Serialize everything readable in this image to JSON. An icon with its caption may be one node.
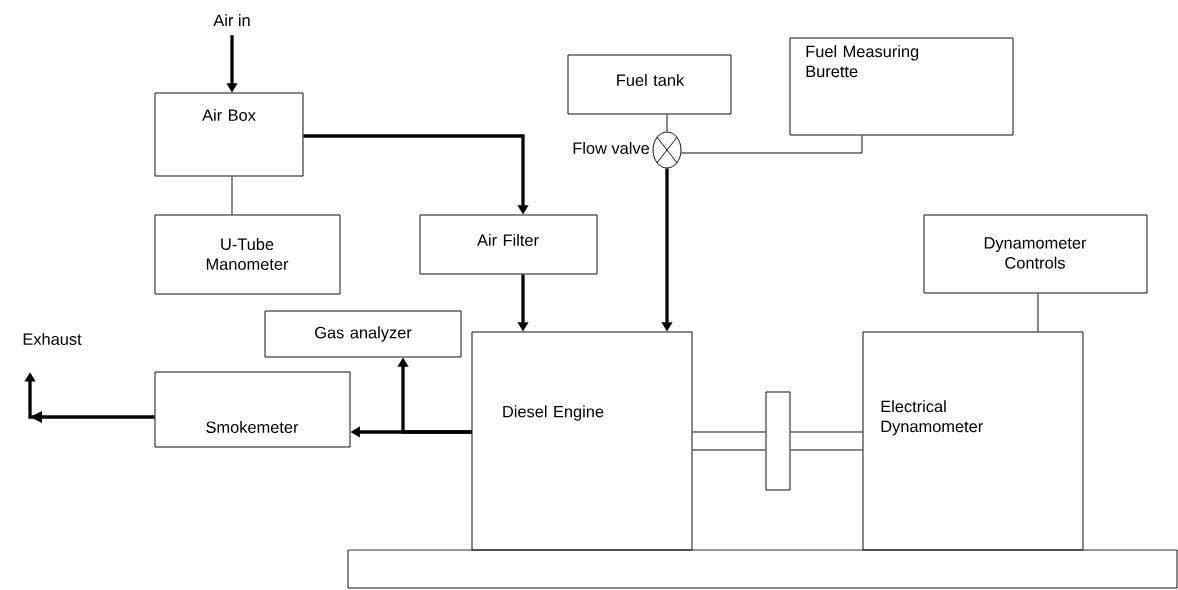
{
  "diagram": {
    "nodes": [
      {
        "text": [
          "Air in"
        ]
      },
      {
        "text": [
          "Air Box"
        ]
      },
      {
        "text": [
          "U-Tube Manometer"
        ]
      },
      {
        "text": [
          "Air Filter"
        ]
      },
      {
        "text": [
          "Fuel tank"
        ]
      },
      {
        "text": [],
        "shape": "circle",
        "beside": [
          "Flow valve"
        ]
      },
      {
        "text": [
          "Fuel Measuring Burette"
        ]
      },
      {
        "text": [
          "Dynamometer Controls"
        ]
      },
      {
        "text": [
          "Gas analyzer"
        ]
      },
      {
        "text": [
          "Smokemeter"
        ]
      },
      {
        "text": [
          "Exhaust"
        ]
      },
      {
        "text": [
          "Diesel Engine"
        ]
      },
      {
        "text": [],
        "shape": "box"
      },
      {
        "text": [
          "Electrical Dynamometer"
        ]
      },
      {
        "text": [],
        "shape": "bar"
      }
    ],
    "edges": [
      {
        "from": 0,
        "to": 1,
        "arrow": "to"
      },
      {
        "from": 1,
        "to": 3,
        "arrow": "to"
      },
      {
        "from": 1,
        "to": 2,
        "arrow": "none"
      },
      {
        "from": 4,
        "to": 5,
        "arrow": "none"
      },
      {
        "from": 5,
        "to": 6,
        "arrow": "none"
      },
      {
        "from": 5,
        "to": 11,
        "arrow": "to"
      },
      {
        "from": 3,
        "to": 11,
        "arrow": "to"
      },
      {
        "from": 7,
        "to": 13,
        "arrow": "none"
      },
      {
        "from": 11,
        "to": 9,
        "arrow": "to"
      },
      {
        "from": 11,
        "to": 8,
        "arrow": "to"
      },
      {
        "from": 9,
        "to": 10,
        "arrow": "to"
      },
      {
        "from": 11,
        "to": 12,
        "arrow": "none"
      },
      {
        "from": 12,
        "to": 13,
        "arrow": "none"
      }
    ]
  }
}
